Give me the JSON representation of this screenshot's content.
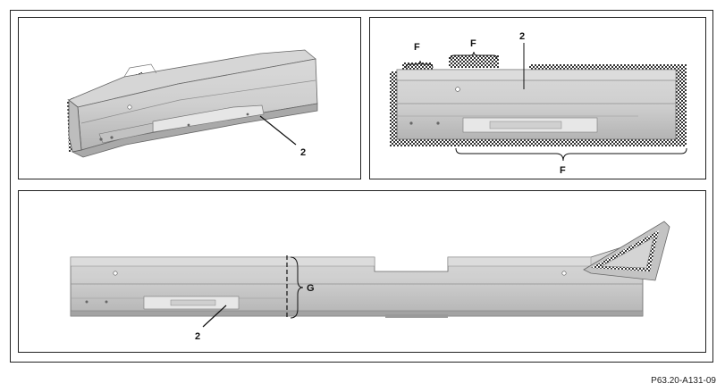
{
  "panel_top_left": {
    "callout_part": "2"
  },
  "panel_top_right": {
    "callout_part": "2",
    "callout_f_left": "F",
    "callout_f_mid": "F",
    "callout_f_bottom": "F"
  },
  "panel_bottom": {
    "callout_part": "2",
    "callout_g": "G"
  },
  "figure_code": "P63.20-A131-09",
  "colors": {
    "metal": "#c9c9c9",
    "metal_light": "#e2e2e2",
    "metal_dark": "#8f8f8f",
    "frame": "#222222"
  }
}
